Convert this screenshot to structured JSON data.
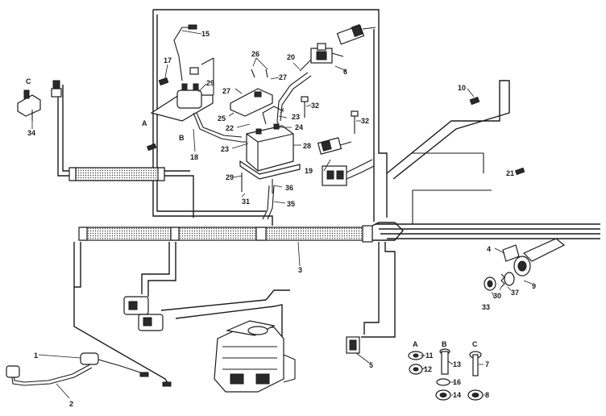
{
  "callouts": {
    "c1": "1",
    "c2": "2",
    "c3": "3",
    "c4": "4",
    "c5": "5",
    "c6": "6",
    "c7": "7",
    "c8": "8",
    "c9": "9",
    "c10": "10",
    "c11": "11",
    "c12": "12",
    "c13": "13",
    "c14": "14",
    "c15": "15",
    "c16": "16",
    "c17": "17",
    "c18": "18",
    "c19": "19",
    "c20": "20",
    "c21": "21",
    "c22": "22",
    "c23a": "23",
    "c23b": "23",
    "c24": "24",
    "c25": "25",
    "c26": "26",
    "c27a": "27",
    "c27b": "27",
    "c28": "28",
    "c29": "29",
    "c30": "30",
    "c31": "31",
    "c32a": "32",
    "c32b": "32",
    "c33": "33",
    "c34": "34",
    "c35": "35",
    "c36": "36",
    "c37": "37"
  },
  "letters": {
    "a_solenoid": "A",
    "b_solenoid": "B",
    "c_bracket": "C",
    "a_hw": "A",
    "b_hw": "B",
    "c_hw": "C"
  }
}
